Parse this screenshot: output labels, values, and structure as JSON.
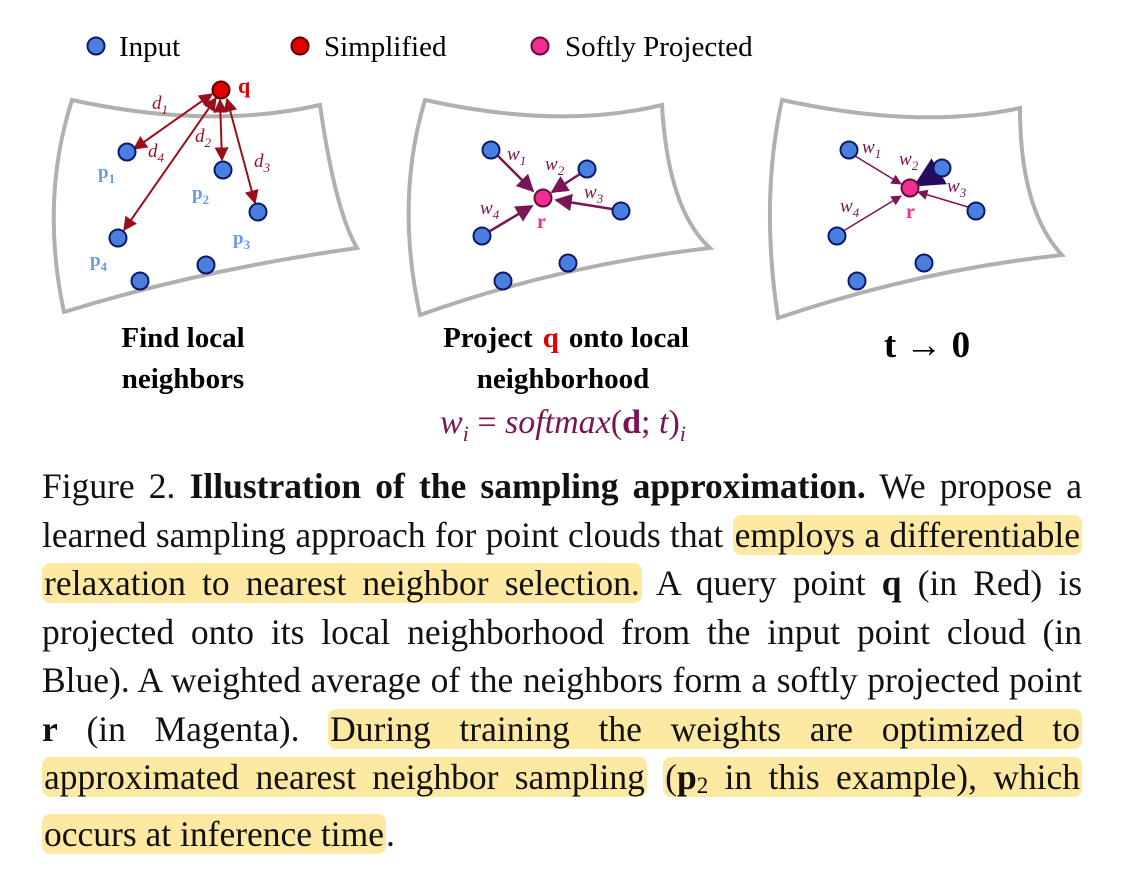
{
  "legend": {
    "input": "Input",
    "simplified": "Simplified",
    "softly_projected": "Softly Projected"
  },
  "colors": {
    "input_fill": "#4a7fe0",
    "simplified_fill": "#e00000",
    "projected_fill": "#ee2f8f",
    "arrow_red": "#9b0f1c",
    "arrow_purple": "#7a1555",
    "arrow_dark": "#2a0a60",
    "highlight": "#fde9a2",
    "frame": "#b0b0b0"
  },
  "panel1": {
    "caption_line1": "Find local",
    "caption_line2": "neighbors",
    "query_label": "q",
    "d1": "d",
    "d1_sub": "1",
    "d2": "d",
    "d2_sub": "2",
    "d3": "d",
    "d3_sub": "3",
    "d4": "d",
    "d4_sub": "4",
    "p1": "p",
    "p1_sub": "1",
    "p2": "p",
    "p2_sub": "2",
    "p3": "p",
    "p3_sub": "3",
    "p4": "p",
    "p4_sub": "4"
  },
  "panel2": {
    "caption_line1_pre": "Project",
    "caption_line1_q": "q",
    "caption_line1_post": "onto local",
    "caption_line2": "neighborhood",
    "r_label": "r",
    "w1": "w",
    "w1_sub": "1",
    "w2": "w",
    "w2_sub": "2",
    "w3": "w",
    "w3_sub": "3",
    "w4": "w",
    "w4_sub": "4"
  },
  "panel3": {
    "caption": "t → 0",
    "r_label": "r",
    "w1": "w",
    "w1_sub": "1",
    "w2": "w",
    "w2_sub": "2",
    "w3": "w",
    "w3_sub": "3",
    "w4": "w",
    "w4_sub": "4"
  },
  "formula": {
    "lhs": "w",
    "lhs_sub": "i",
    "eq": " = ",
    "fn": "softmax",
    "open": "(",
    "arg": "d",
    "sep": "; ",
    "t": "t",
    "close": ")",
    "sub": "i"
  },
  "caption": {
    "figure_label": "Figure 2.",
    "title": "Illustration of the sampling approximation.",
    "s1": "We propose a learned sampling approach for point clouds that",
    "h1": "employs a differentiable relaxation to nearest neighbor selection.",
    "s2a": "A query point",
    "q": "q",
    "s2b": "(in Red) is projected onto its local neighborhood from the input point cloud (in Blue). A weighted average of the neighbors form a softly projected point",
    "r": "r",
    "s2c": "(in Magenta).",
    "h2": "During training the weights are optimized to approximated nearest neighbor sampling",
    "h3_open": "(",
    "h3_p": "p",
    "h3_sub": "2",
    "h3_text": "in this example), which occurs at inference time",
    "end": "."
  }
}
